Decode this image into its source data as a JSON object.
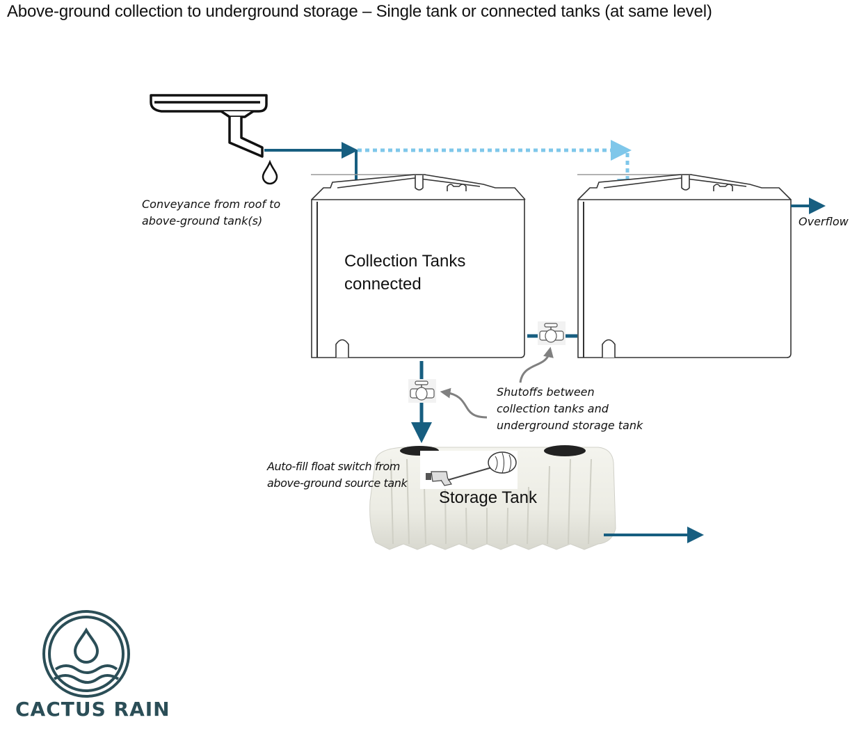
{
  "title": "Above-ground collection to underground storage – Single tank or connected tanks (at same level)",
  "labels": {
    "conveyance": [
      "Conveyance from roof to",
      "above-ground tank(s)"
    ],
    "collection_tanks": [
      "Collection Tanks",
      "connected"
    ],
    "overflow": "Overflow",
    "shutoffs": [
      "Shutoffs between",
      "collection tanks and",
      "underground storage tank"
    ],
    "autofill": [
      "Auto-fill float switch from",
      "above-ground source tank"
    ],
    "storage_tank": "Storage Tank"
  },
  "brand": {
    "name": "CACTUS RAIN",
    "color": "#2b4e57"
  },
  "colors": {
    "flow_solid": "#175e80",
    "flow_dashed": "#7fc7ea",
    "callout_arrow": "#808080",
    "tank_outline": "#333333"
  }
}
